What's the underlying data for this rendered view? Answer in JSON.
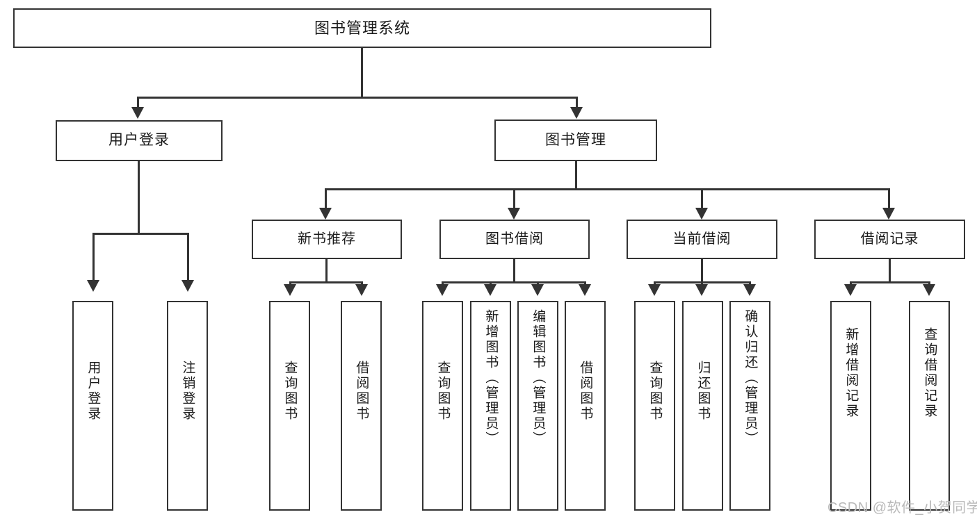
{
  "diagram": {
    "type": "tree-hierarchy",
    "title": "图书管理系统",
    "watermark": "CSDN @软件_小贺同学",
    "colors": {
      "stroke": "#333333",
      "fill": "#ffffff",
      "text": "#1a1a1a",
      "watermark": "#b9b9b9"
    },
    "nodes": {
      "root": {
        "label": "图书管理系统"
      },
      "level1": [
        {
          "id": "user-login",
          "label": "用户登录"
        },
        {
          "id": "book-management",
          "label": "图书管理"
        }
      ],
      "level2": [
        {
          "id": "new-book-recommend",
          "label": "新书推荐",
          "parent": "book-management"
        },
        {
          "id": "book-borrow",
          "label": "图书借阅",
          "parent": "book-management"
        },
        {
          "id": "current-borrow",
          "label": "当前借阅",
          "parent": "book-management"
        },
        {
          "id": "borrow-record",
          "label": "借阅记录",
          "parent": "book-management"
        }
      ],
      "leaves": [
        {
          "id": "leaf-user-login",
          "label": "用户登录",
          "parent": "user-login"
        },
        {
          "id": "leaf-logout",
          "label": "注销登录",
          "parent": "user-login"
        },
        {
          "id": "leaf-query-book-1",
          "label": "查询图书",
          "parent": "new-book-recommend"
        },
        {
          "id": "leaf-borrow-book-1",
          "label": "借阅图书",
          "parent": "new-book-recommend"
        },
        {
          "id": "leaf-query-book-2",
          "label": "查询图书",
          "parent": "book-borrow"
        },
        {
          "id": "leaf-add-book",
          "label": "新增图书（管理员）",
          "parent": "book-borrow"
        },
        {
          "id": "leaf-edit-book",
          "label": "编辑图书（管理员）",
          "parent": "book-borrow"
        },
        {
          "id": "leaf-borrow-book-2",
          "label": "借阅图书",
          "parent": "book-borrow"
        },
        {
          "id": "leaf-query-book-3",
          "label": "查询图书",
          "parent": "current-borrow"
        },
        {
          "id": "leaf-return-book",
          "label": "归还图书",
          "parent": "current-borrow"
        },
        {
          "id": "leaf-confirm-return",
          "label": "确认归还（管理员）",
          "parent": "current-borrow"
        },
        {
          "id": "leaf-add-record",
          "label": "新增借阅记录",
          "parent": "borrow-record"
        },
        {
          "id": "leaf-query-record",
          "label": "查询借阅记录",
          "parent": "borrow-record"
        }
      ]
    }
  }
}
